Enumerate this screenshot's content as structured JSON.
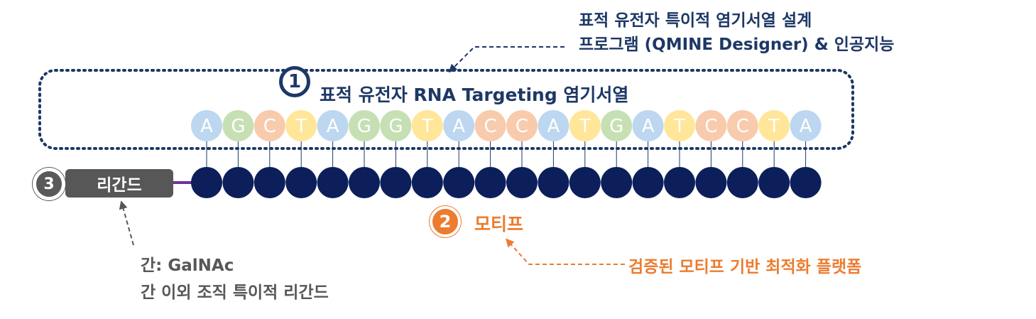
{
  "header_note": {
    "line1": "표적 유전자 특이적 염기서열 설계",
    "line2": "프로그램 (QMINE Designer) & 인공지능"
  },
  "section1": {
    "number": "1",
    "title": "표적 유전자 RNA Targeting 염기서열"
  },
  "sequence": {
    "bases": [
      "A",
      "G",
      "C",
      "T",
      "A",
      "G",
      "G",
      "T",
      "A",
      "C",
      "C",
      "A",
      "T",
      "G",
      "A",
      "T",
      "C",
      "C",
      "T",
      "A"
    ],
    "base_colors": {
      "A": "#bcd7ef",
      "G": "#c6e0b4",
      "C": "#f8cbad",
      "T": "#ffe699"
    },
    "backbone_color": "#0c1f5a",
    "base_text_color": "#ffffff"
  },
  "section2": {
    "number": "2",
    "title": "모티프",
    "note": "검증된 모티프 기반 최적화 플랫폼"
  },
  "section3": {
    "number": "3",
    "title": "리간드",
    "note_line1": "간: GalNAc",
    "note_line2": "간 이외 조직 특이적 리간드"
  },
  "colors": {
    "navy": "#1d3866",
    "orange": "#ec7c30",
    "gray": "#575757",
    "linker": "#7030a0"
  }
}
